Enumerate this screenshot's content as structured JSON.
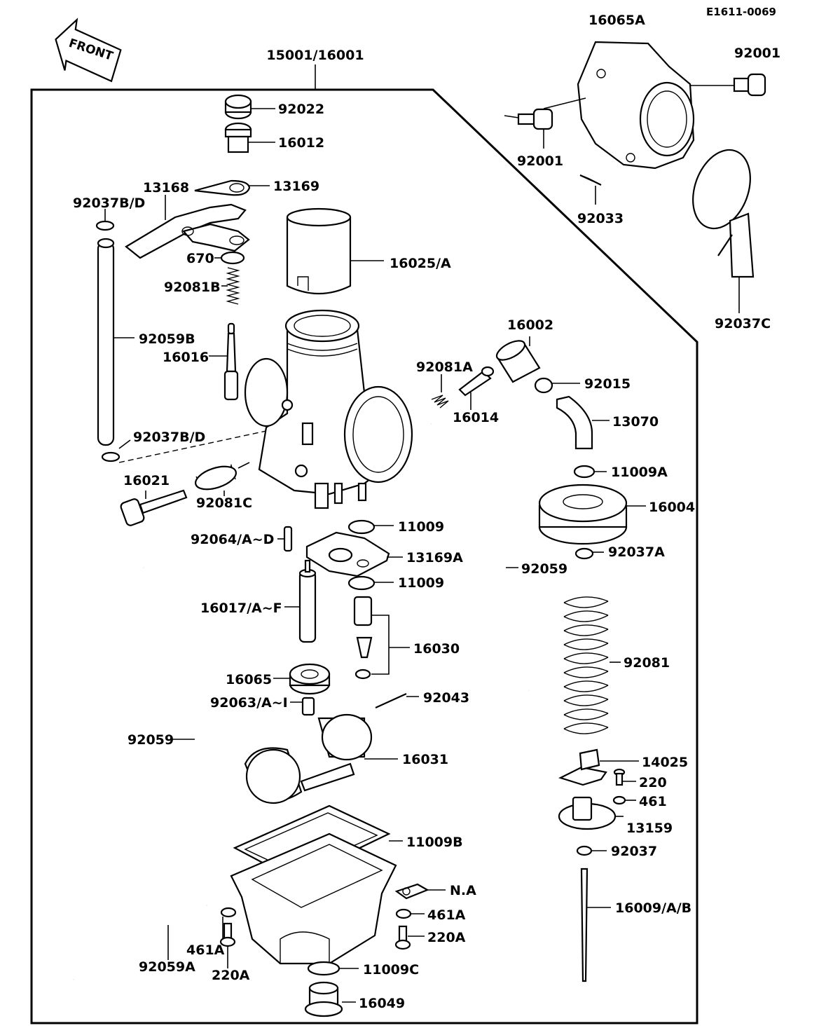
{
  "diagram_code": "E1611-0069",
  "front_label": "FRONT",
  "assembly_label": "15001/16001",
  "parts": [
    {
      "id": "16065A",
      "text": "16065A"
    },
    {
      "id": "92001-top",
      "text": "92001"
    },
    {
      "id": "92001-bolt",
      "text": "92001"
    },
    {
      "id": "92033",
      "text": "92033"
    },
    {
      "id": "92037C",
      "text": "92037C"
    },
    {
      "id": "92022",
      "text": "92022"
    },
    {
      "id": "16012",
      "text": "16012"
    },
    {
      "id": "13168",
      "text": "13168"
    },
    {
      "id": "13169",
      "text": "13169"
    },
    {
      "id": "92037BD-top",
      "text": "92037B/D"
    },
    {
      "id": "670",
      "text": "670"
    },
    {
      "id": "16025A",
      "text": "16025/A"
    },
    {
      "id": "92081B",
      "text": "92081B"
    },
    {
      "id": "92059B",
      "text": "92059B"
    },
    {
      "id": "16016",
      "text": "16016"
    },
    {
      "id": "16002",
      "text": "16002"
    },
    {
      "id": "92081A",
      "text": "92081A"
    },
    {
      "id": "92015",
      "text": "92015"
    },
    {
      "id": "16014",
      "text": "16014"
    },
    {
      "id": "13070",
      "text": "13070"
    },
    {
      "id": "92037BD-bottom",
      "text": "92037B/D"
    },
    {
      "id": "11009A",
      "text": "11009A"
    },
    {
      "id": "16021",
      "text": "16021"
    },
    {
      "id": "92081C",
      "text": "92081C"
    },
    {
      "id": "16004",
      "text": "16004"
    },
    {
      "id": "92037A",
      "text": "92037A"
    },
    {
      "id": "11009-top",
      "text": "11009"
    },
    {
      "id": "92064",
      "text": "92064/A~D"
    },
    {
      "id": "13169A",
      "text": "13169A"
    },
    {
      "id": "92059-right",
      "text": "92059"
    },
    {
      "id": "11009-bottom",
      "text": "11009"
    },
    {
      "id": "16017",
      "text": "16017/A~F"
    },
    {
      "id": "16030",
      "text": "16030"
    },
    {
      "id": "92081",
      "text": "92081"
    },
    {
      "id": "16065",
      "text": "16065"
    },
    {
      "id": "92043",
      "text": "92043"
    },
    {
      "id": "92063",
      "text": "92063/A~I"
    },
    {
      "id": "92059-left",
      "text": "92059"
    },
    {
      "id": "16031",
      "text": "16031"
    },
    {
      "id": "14025",
      "text": "14025"
    },
    {
      "id": "220",
      "text": "220"
    },
    {
      "id": "461",
      "text": "461"
    },
    {
      "id": "13159",
      "text": "13159"
    },
    {
      "id": "11009B",
      "text": "11009B"
    },
    {
      "id": "92037",
      "text": "92037"
    },
    {
      "id": "NA",
      "text": "N.A"
    },
    {
      "id": "461A-right",
      "text": "461A"
    },
    {
      "id": "16009",
      "text": "16009/A/B"
    },
    {
      "id": "220A-right",
      "text": "220A"
    },
    {
      "id": "461A-left",
      "text": "461A"
    },
    {
      "id": "92059A",
      "text": "92059A"
    },
    {
      "id": "220A-left",
      "text": "220A"
    },
    {
      "id": "11009C",
      "text": "11009C"
    },
    {
      "id": "16049",
      "text": "16049"
    }
  ]
}
